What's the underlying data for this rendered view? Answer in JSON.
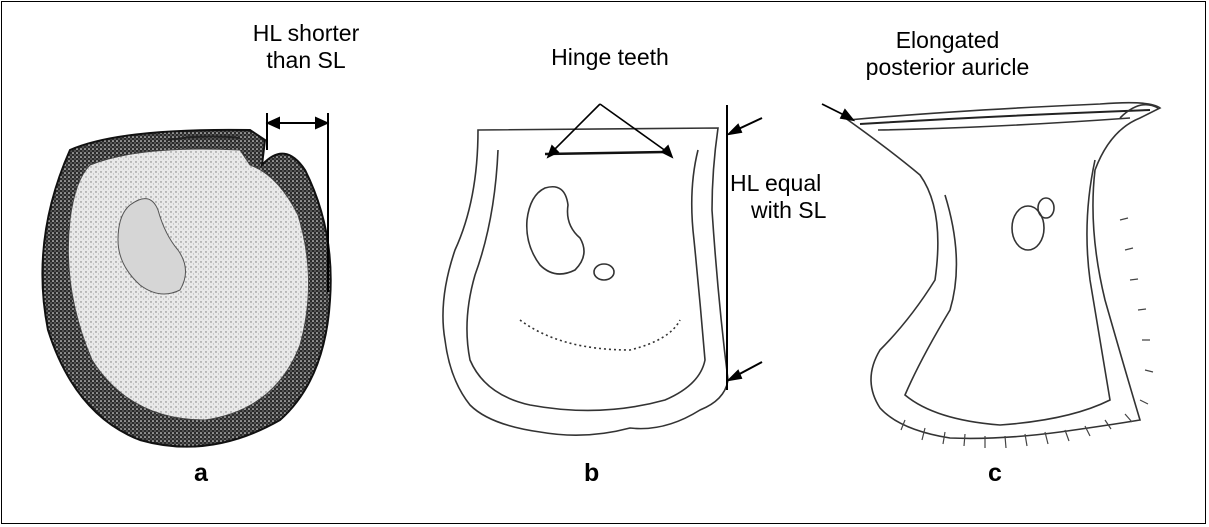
{
  "panels": [
    {
      "letter": "a",
      "annotation_lines": [
        "HL shorter",
        "than SL"
      ]
    },
    {
      "letter": "b",
      "annotation_top": "Hinge teeth",
      "annotation_side_lines": [
        "HL equal",
        "with SL"
      ]
    },
    {
      "letter": "c",
      "annotation_lines": [
        "Elongated",
        "posterior auricle"
      ]
    }
  ],
  "colors": {
    "ink": "#000000",
    "stipple_dark": "#1a1a1a",
    "stipple_light": "#9a9a9a",
    "outline": "#333333"
  }
}
